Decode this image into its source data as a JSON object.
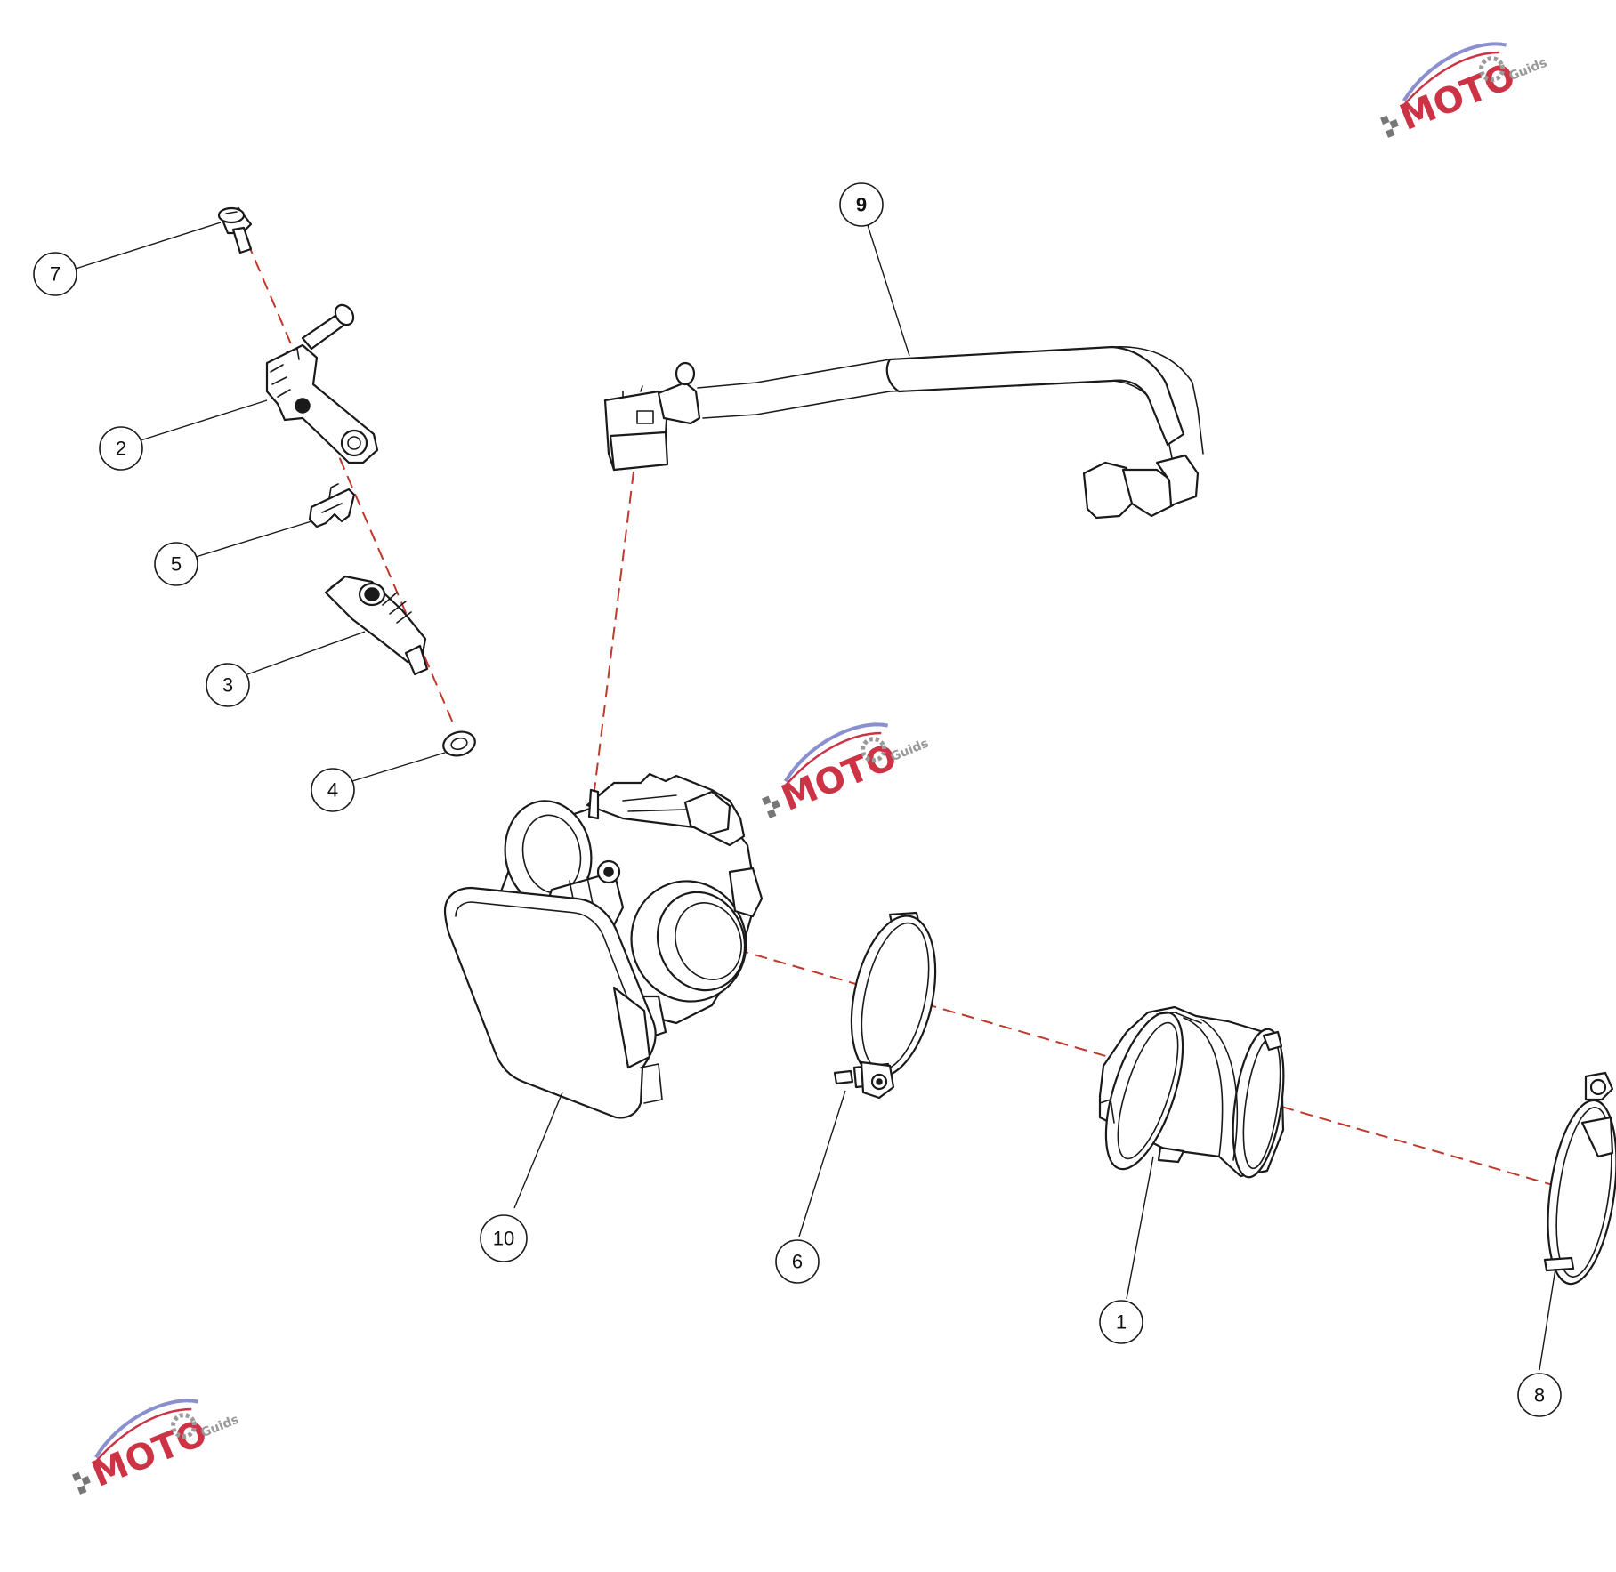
{
  "colors": {
    "background": "#ffffff",
    "line": "#1a1a1a",
    "axis": "#c0392b",
    "watermark_red": "#cc3344",
    "watermark_blue": "#8a8fd0",
    "watermark_gray": "#9a9a9a"
  },
  "callouts": [
    {
      "id": "1",
      "label": "1"
    },
    {
      "id": "2",
      "label": "2"
    },
    {
      "id": "3",
      "label": "3"
    },
    {
      "id": "4",
      "label": "4"
    },
    {
      "id": "5",
      "label": "5"
    },
    {
      "id": "6",
      "label": "6"
    },
    {
      "id": "7",
      "label": "7"
    },
    {
      "id": "8",
      "label": "8"
    },
    {
      "id": "9",
      "label": "9"
    },
    {
      "id": "10",
      "label": "10"
    }
  ],
  "watermark": {
    "brand": "MOTO",
    "sub": "Guids"
  }
}
